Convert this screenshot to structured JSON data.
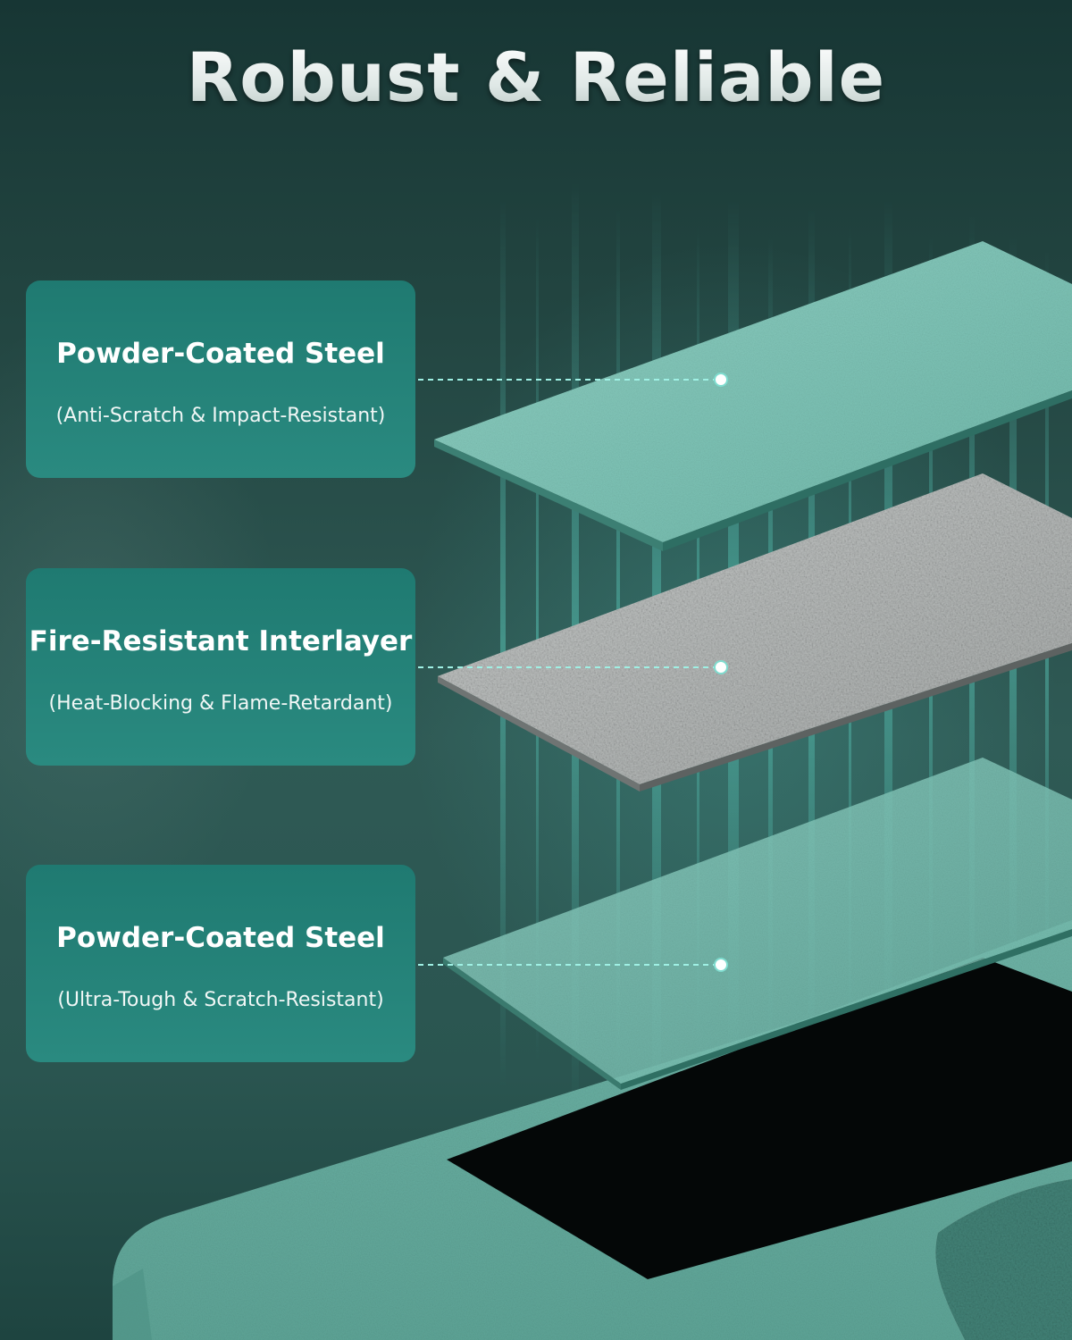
{
  "title": "Robust & Reliable",
  "layers": [
    {
      "name": "Powder-Coated Steel",
      "description": "(Anti-Scratch & Impact-Resistant)",
      "material": "teal-steel-sheet"
    },
    {
      "name": "Fire-Resistant Interlayer",
      "description": "(Heat-Blocking & Flame-Retardant)",
      "material": "gray-fire-resistant-sheet"
    },
    {
      "name": "Powder-Coated Steel",
      "description": "(Ultra-Tough & Scratch-Resistant)",
      "material": "teal-steel-sheet"
    }
  ],
  "colors": {
    "background": "#21433f",
    "card": "#23827a",
    "steel": "#7fc4b7",
    "interlayer": "#b9bcbb",
    "cavity": "#050808"
  }
}
